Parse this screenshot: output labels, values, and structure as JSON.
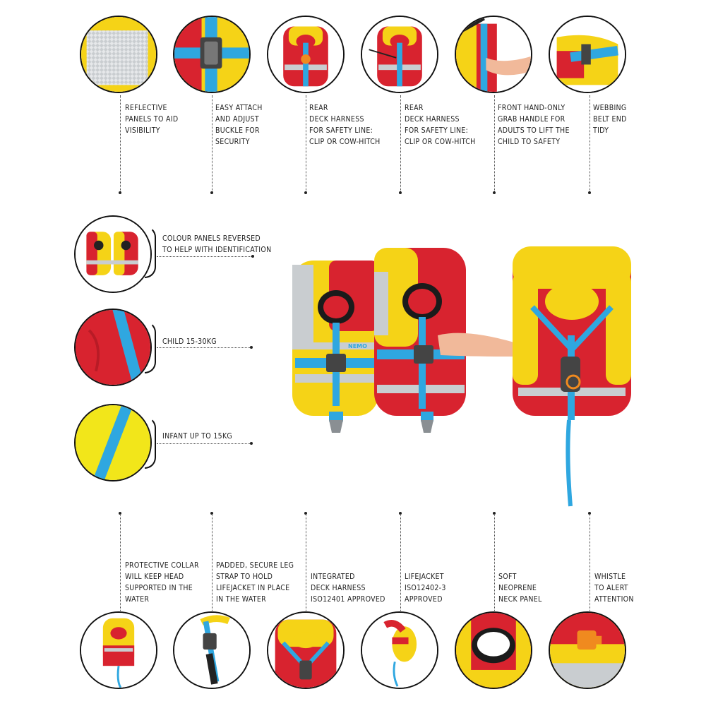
{
  "colors": {
    "yellow": "#f5d317",
    "red": "#d8232f",
    "blue": "#2fa7e0",
    "grey": "#b9bec2",
    "black": "#1b1b1b"
  },
  "top_features": [
    {
      "label": "REFLECTIVE\nPANELS TO AID\nVISIBILITY",
      "icon": "reflective-panel-closeup"
    },
    {
      "label": "EASY ATTACH\nAND ADJUST\nBUCKLE FOR\nSECURITY",
      "icon": "buckle-closeup"
    },
    {
      "label": "REAR\nDECK HARNESS\nFOR SAFETY LINE:\nCLIP OR COW-HITCH",
      "icon": "rear-harness-clip"
    },
    {
      "label": "REAR\nDECK HARNESS\nFOR SAFETY LINE:\nCLIP OR COW-HITCH",
      "icon": "rear-harness-cowhitch"
    },
    {
      "label": "FRONT HAND-ONLY\nGRAB HANDLE FOR\nADULTS TO LIFT THE\nCHILD TO SAFETY",
      "icon": "grab-handle"
    },
    {
      "label": "WEBBING\nBELT END\nTIDY",
      "icon": "webbing-tidy"
    }
  ],
  "side_features": [
    {
      "label": "COLOUR PANELS REVERSED\nTO HELP WITH IDENTIFICATION",
      "icon": "colour-panels"
    },
    {
      "label": "CHILD 15-30KG",
      "icon": "child-fabric-swatch"
    },
    {
      "label": "INFANT UP TO 15KG",
      "icon": "infant-fabric-swatch"
    }
  ],
  "bottom_features": [
    {
      "label": "PROTECTIVE COLLAR\nWILL KEEP HEAD\nSUPPORTED IN THE\nWATER",
      "icon": "protective-collar"
    },
    {
      "label": "PADDED, SECURE LEG\nSTRAP TO HOLD\nLIFEJACKET IN PLACE\nIN THE WATER",
      "icon": "leg-strap"
    },
    {
      "label": "INTEGRATED\nDECK HARNESS\nISO12401 APPROVED",
      "icon": "deck-harness"
    },
    {
      "label": "LIFEJACKET\nISO12402-3\nAPPROVED",
      "icon": "lifejacket-side"
    },
    {
      "label": "SOFT\nNEOPRENE\nNECK PANEL",
      "icon": "neck-panel"
    },
    {
      "label": "WHISTLE\nTO ALERT\nATTENTION",
      "icon": "whistle"
    }
  ],
  "product": {
    "brand_mark": "NEMO"
  }
}
